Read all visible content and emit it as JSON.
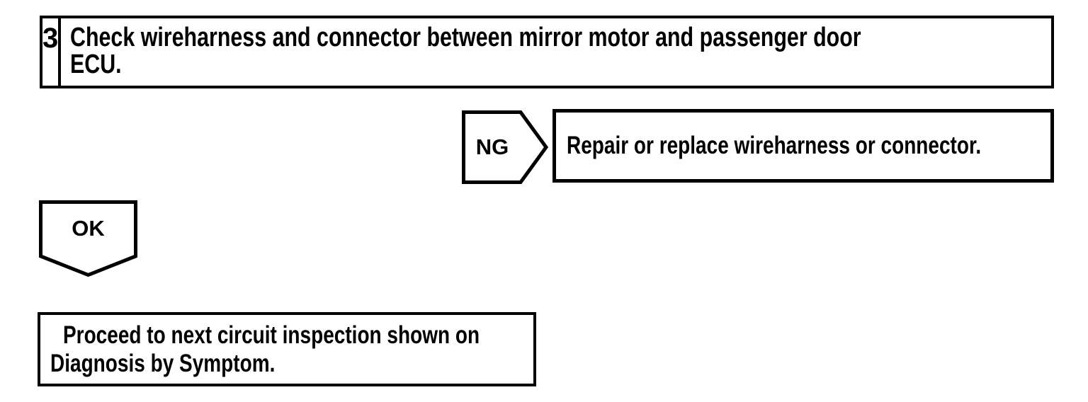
{
  "page": {
    "background_color": "#ffffff",
    "ink_color": "#000000",
    "kind": "diagnostic-flowchart"
  },
  "flowchart": {
    "step_box": {
      "number": "3",
      "instruction_lines": [
        "Check wireharness and connector between mirror motor and passenger door",
        "ECU."
      ]
    },
    "ng_branch": {
      "label": "NG",
      "action": "Repair or replace wireharness or connector."
    },
    "ok_branch": {
      "label": "OK",
      "action_lines": [
        "Proceed to next circuit inspection shown on",
        "Diagnosis by Symptom."
      ]
    }
  }
}
